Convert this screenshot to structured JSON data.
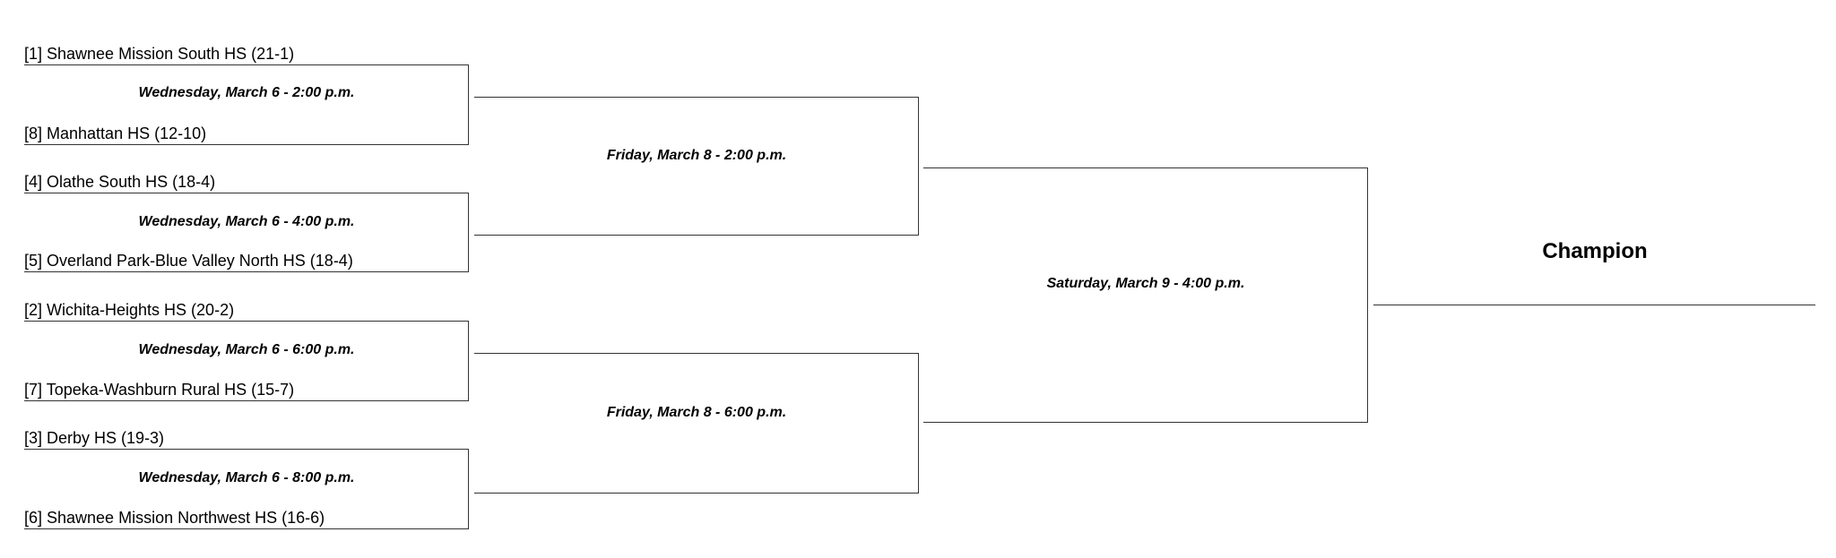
{
  "round1": [
    {
      "top_team": "[1] Shawnee Mission South HS (21-1)",
      "bottom_team": "[8] Manhattan HS (12-10)",
      "game": "Wednesday, March 6 - 2:00 p.m."
    },
    {
      "top_team": "[4] Olathe South HS (18-4)",
      "bottom_team": "[5] Overland Park-Blue Valley North HS (18-4)",
      "game": "Wednesday, March 6 - 4:00 p.m."
    },
    {
      "top_team": "[2] Wichita-Heights HS (20-2)",
      "bottom_team": "[7] Topeka-Washburn Rural HS (15-7)",
      "game": "Wednesday, March 6 - 6:00 p.m."
    },
    {
      "top_team": "[3] Derby HS (19-3)",
      "bottom_team": "[6] Shawnee Mission Northwest HS (16-6)",
      "game": "Wednesday, March 6 - 8:00 p.m."
    }
  ],
  "round2": [
    {
      "game": "Friday, March 8 - 2:00 p.m."
    },
    {
      "game": "Friday, March 8 - 6:00 p.m."
    }
  ],
  "final": {
    "game": "Saturday, March 9 - 4:00 p.m."
  },
  "champion": {
    "label": "Champion"
  }
}
